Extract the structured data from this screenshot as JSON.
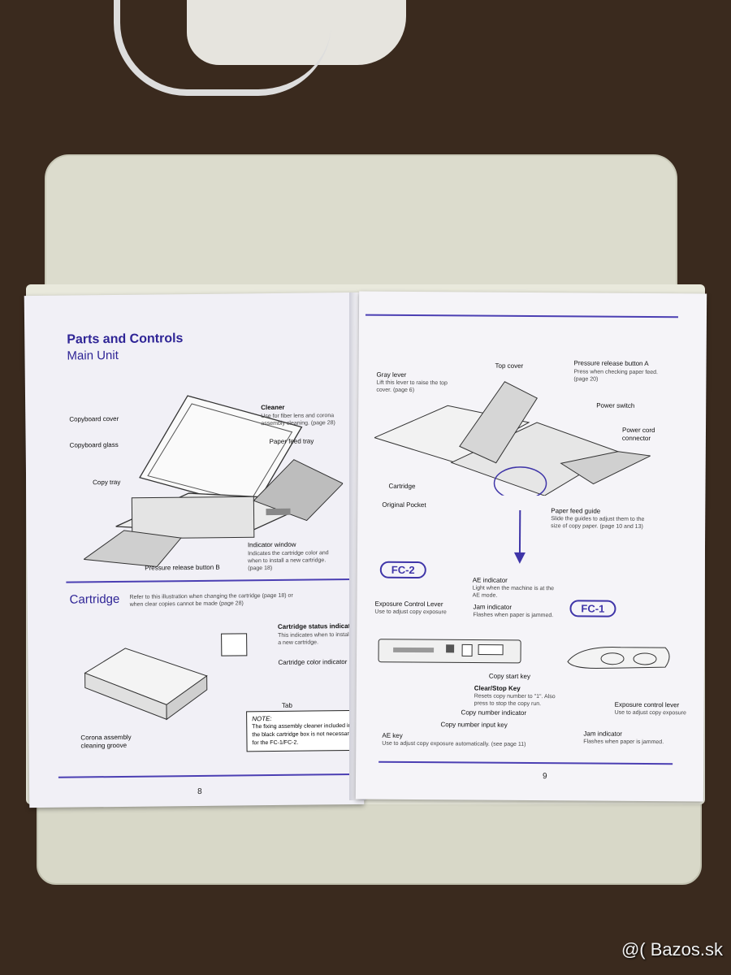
{
  "left_page": {
    "title": "Parts and Controls",
    "subtitle": "Main Unit",
    "labels": {
      "copyboard_cover": "Copyboard cover",
      "copyboard_glass": "Copyboard glass",
      "copy_tray": "Copy tray",
      "cleaner": "Cleaner",
      "cleaner_desc": "Use for fiber lens and corona assembly cleaning. (page 28)",
      "paper_feed_tray": "Paper feed tray",
      "indicator_window": "Indicator window",
      "indicator_window_desc": "Indicates the cartridge color and when to install a new cartridge. (page 18)",
      "pressure_release_b": "Pressure release button B"
    },
    "cartridge_section": {
      "title": "Cartridge",
      "intro": "Refer to this illustration when changing the cartridge (page 18) or when clear copies cannot be made (page 28)",
      "status_indicator": "Cartridge status indicator",
      "status_indicator_desc": "This indicates when to install a new cartridge.",
      "color_indicator": "Cartridge color indicator",
      "tab": "Tab",
      "corona": "Corona assembly cleaning groove",
      "note_title": "NOTE:",
      "note_body": "The fixing assembly cleaner included in the black cartridge box is not necessary for the FC-1/FC-2."
    },
    "page_number": "8"
  },
  "right_page": {
    "labels": {
      "gray_lever": "Gray lever",
      "gray_lever_desc": "Lift this lever to raise the top cover. (page 6)",
      "top_cover": "Top cover",
      "pressure_release_a": "Pressure release button A",
      "pressure_release_a_desc": "Press when checking paper feed. (page 20)",
      "power_switch": "Power switch",
      "power_cord": "Power cord connector",
      "cartridge": "Cartridge",
      "original_pocket": "Original Pocket",
      "paper_feed_guide": "Paper feed guide",
      "paper_feed_guide_desc": "Slide the guides to adjust them to the size of copy paper. (page 10 and 13)"
    },
    "fc2": {
      "badge": "FC-2",
      "ae_indicator": "AE indicator",
      "ae_indicator_desc": "Light when the machine is at the AE mode.",
      "exposure_lever": "Exposure Control Lever",
      "exposure_lever_desc": "Use to adjust copy exposure",
      "jam_indicator": "Jam indicator",
      "jam_indicator_desc": "Flashes when paper is jammed.",
      "copy_start": "Copy start key",
      "clear_stop": "Clear/Stop Key",
      "clear_stop_desc": "Resets copy number to \"1\". Also press to stop the copy run.",
      "copy_number_indicator": "Copy number indicator",
      "copy_number_input": "Copy number input key",
      "ae_key": "AE key",
      "ae_key_desc": "Use to adjust copy exposure automatically. (see page 11)"
    },
    "fc1": {
      "badge": "FC-1",
      "exposure_lever": "Exposure control lever",
      "exposure_lever_desc": "Use to adjust copy exposure",
      "jam_indicator": "Jam indicator",
      "jam_indicator_desc": "Flashes when paper is jammed."
    },
    "page_number": "9"
  },
  "watermark": "@( Bazos.sk"
}
